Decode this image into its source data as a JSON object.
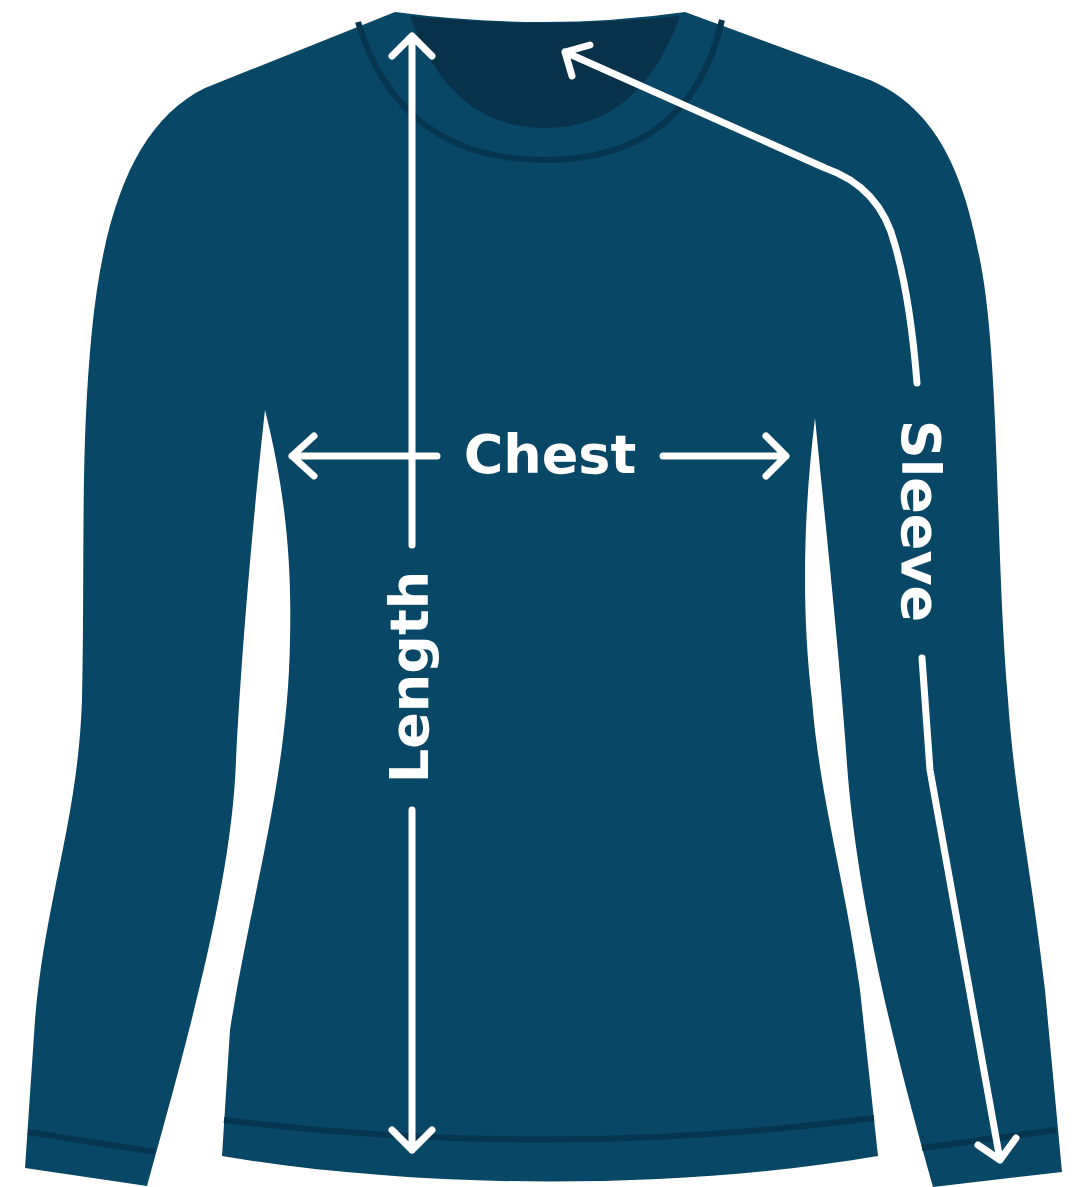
{
  "diagram": {
    "labels": [
      "Chest",
      "Length",
      "Sleeve"
    ]
  }
}
